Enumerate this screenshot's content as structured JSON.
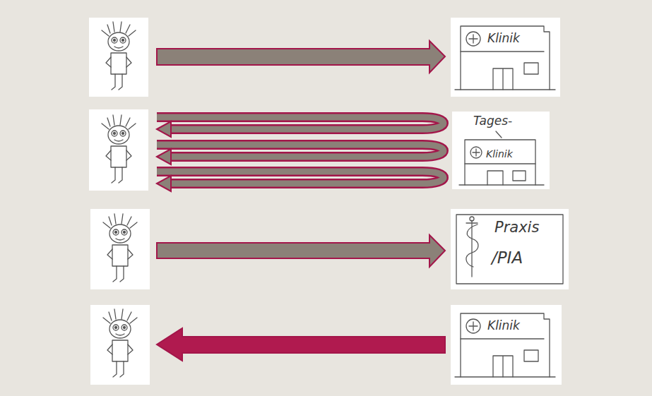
{
  "diagram": {
    "nodes": [
      {
        "text": [
          "Klinik"
        ]
      },
      {
        "text": [
          "Tages-",
          "Klinik"
        ]
      },
      {
        "text": [
          "Praxis",
          "/PIA"
        ]
      },
      {
        "text": [
          "Klinik"
        ]
      }
    ]
  }
}
